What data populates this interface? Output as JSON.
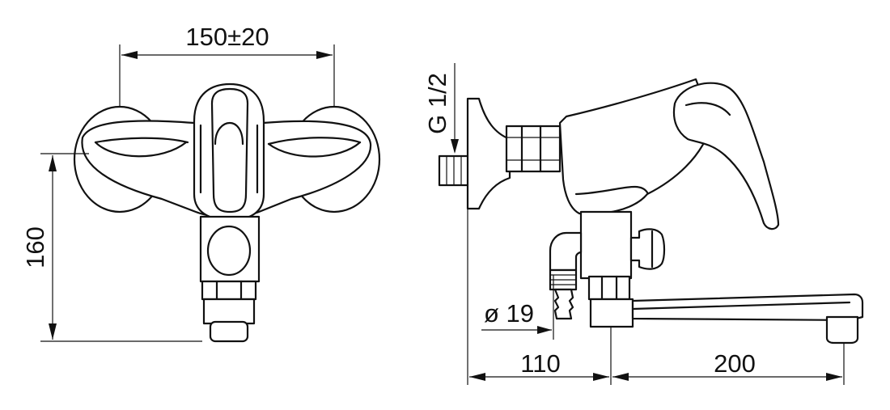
{
  "dimensions": {
    "handle_spacing": "150±20",
    "height": "160",
    "thread": "G 1/2",
    "hose_diameter": "ø 19",
    "wall_to_body": "110",
    "spout_length": "200"
  },
  "colors": {
    "line": "#111111",
    "background": "#ffffff"
  }
}
